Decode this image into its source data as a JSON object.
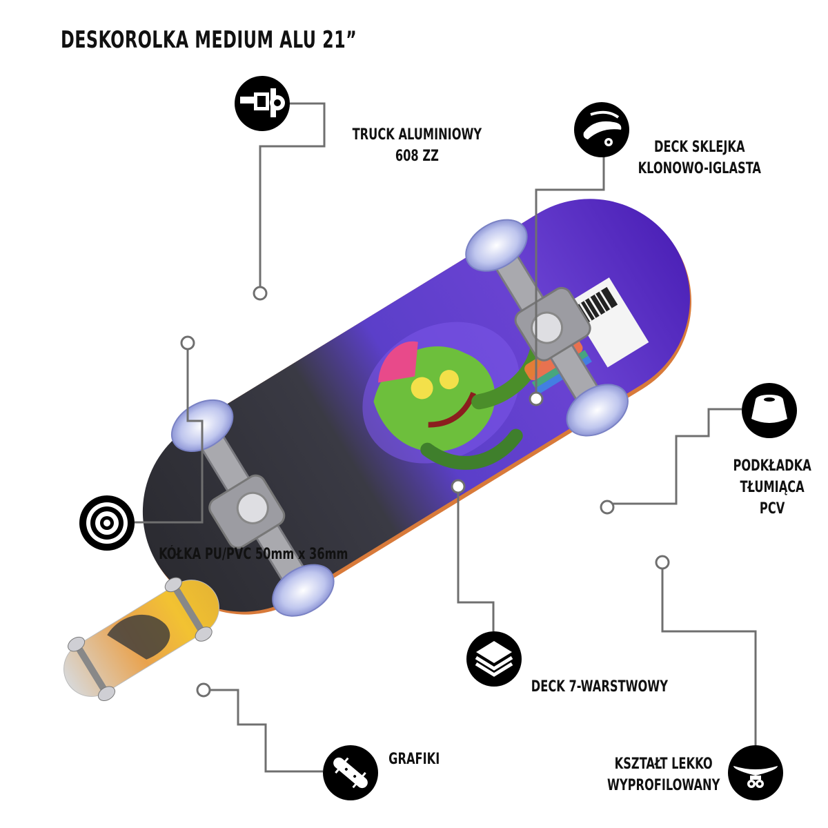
{
  "title": "DESKOROLKA MEDIUM ALU 21”",
  "labels": {
    "truck": {
      "line1": "TRUCK ALUMINIOWY",
      "line2": "608 ZZ"
    },
    "deck_material": {
      "line1": "DECK SKLEJKA",
      "line2": "KLONOWO-IGLASTA"
    },
    "bushing": {
      "line1": "PODKŁADKA",
      "line2": "TŁUMIĄCA",
      "line3": "PCV"
    },
    "wheels": {
      "line1": "KÓŁKA PU/PVC 50mm x 36mm"
    },
    "layers": {
      "line1": "DECK 7-WARSTWOWY"
    },
    "graphics": {
      "line1": "GRAFIKI"
    },
    "shape": {
      "line1": "KSZTAŁT LEKKO",
      "line2": "WYPROFILOWANY"
    }
  },
  "icons": {
    "truck": "truck-icon",
    "deck_material": "deck-icon",
    "bushing": "bushing-icon",
    "wheels": "wheel-icon",
    "layers": "layers-icon",
    "graphics": "skateboard-icon",
    "shape": "profile-shape-icon"
  },
  "colors": {
    "connector": "#6f6f6f",
    "deck_purple": "#5a2fc8",
    "deck_black": "#2a2a30",
    "text": "#111111"
  }
}
